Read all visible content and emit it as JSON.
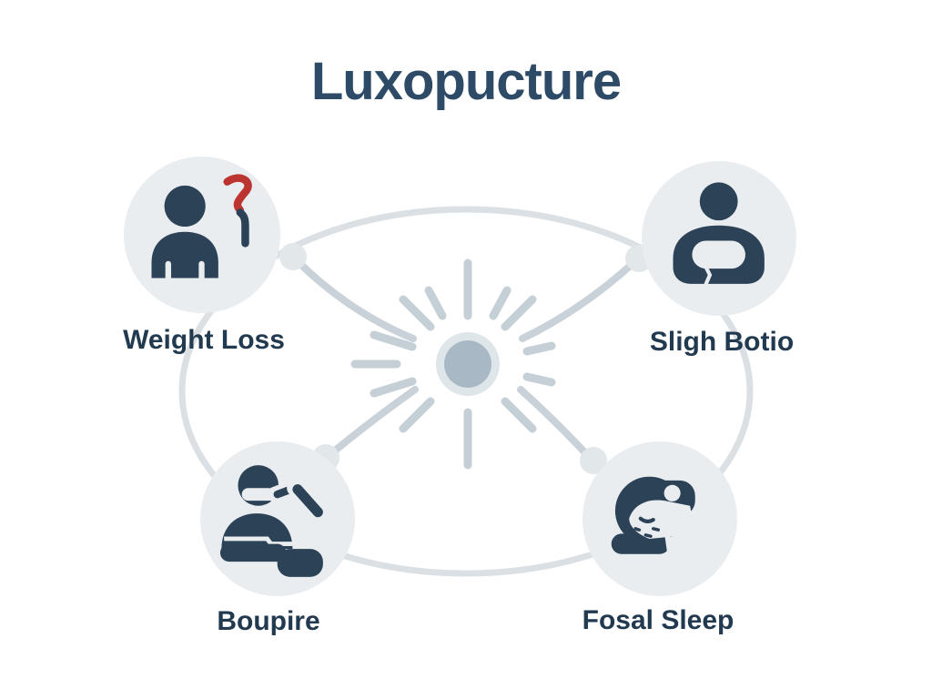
{
  "title": "Luxopucture",
  "nodes": [
    {
      "id": "weight-loss",
      "label": "Weight Loss",
      "icon": "person-question-icon",
      "position": "top-left"
    },
    {
      "id": "sligh-botio",
      "label": "Sligh Botio",
      "icon": "person-arms-crossed-icon",
      "position": "top-right"
    },
    {
      "id": "boupire",
      "label": "Boupire",
      "icon": "person-thermometer-icon",
      "position": "bottom-left"
    },
    {
      "id": "fosal-sleep",
      "label": "Fosal Sleep",
      "icon": "sleeping-face-icon",
      "position": "bottom-right"
    }
  ],
  "center": {
    "icon": "sunburst-icon"
  },
  "colors": {
    "background": "#ffffff",
    "title_navy": "#2d4a66",
    "label_navy": "#223a50",
    "icon_navy": "#2c4257",
    "accent_red": "#bb3430",
    "bubble_gray": "#e9edf0",
    "loop_gray": "#dbe0e4",
    "connector_gray": "#c9d2d8",
    "ray_gray": "#c5cfd6",
    "center_fill": "#a8b9c5",
    "center_ring": "#dfe6ea",
    "node_dot_gray": "#e2e7ea"
  }
}
